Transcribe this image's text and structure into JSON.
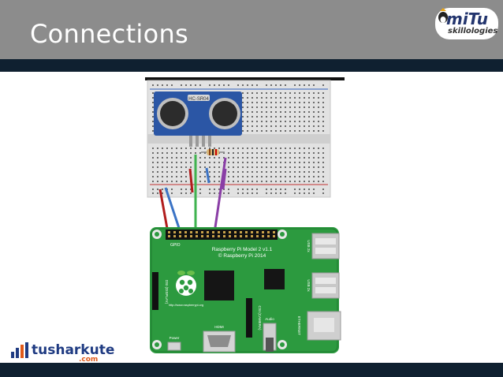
{
  "slide": {
    "title": "Connections"
  },
  "logo_top": {
    "brand": "miTu",
    "tagline": "skillologies"
  },
  "logo_bottom": {
    "name": "tusharkute",
    "domain": ".com"
  },
  "diagram": {
    "board_title_line1": "Raspberry Pi Model 2 v1.1",
    "board_title_line2": "© Raspberry Pi 2014",
    "gpio_label": "GPIO",
    "display_label": "DSI (DISPLAY)",
    "camera_label": "CSI (CAMERA)",
    "hdmi_label": "HDMI",
    "audio_label": "Audio",
    "ethernet_label": "ETHERNET",
    "usb_label_1": "USB 2x",
    "usb_label_2": "USB 2x",
    "power_label": "Power",
    "url_label": "http://www.raspberrypi.org",
    "sensor_label": "HC-SR04",
    "wire_colors": {
      "vcc": "#b11d1d",
      "trig": "#3b73c5",
      "echo": "#3fb34f",
      "gnd": "#8a3ea6"
    }
  }
}
